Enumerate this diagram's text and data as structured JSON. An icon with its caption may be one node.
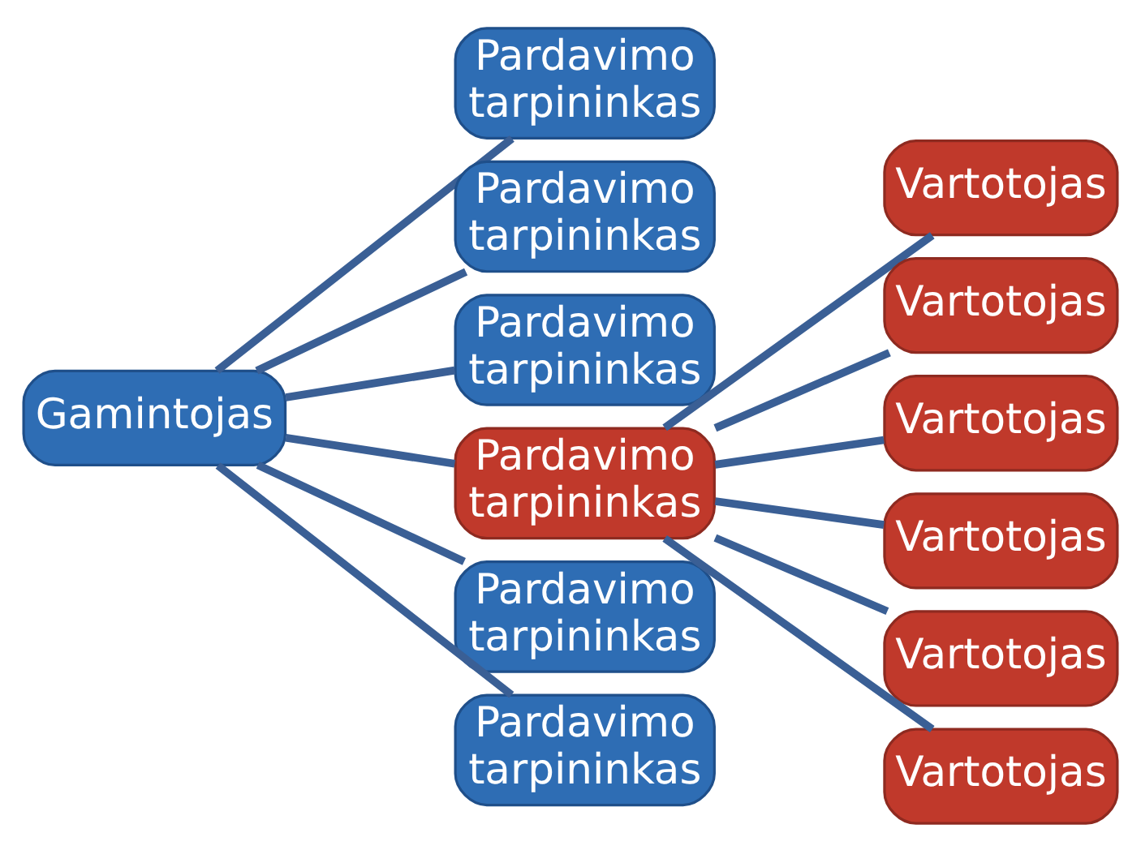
{
  "diagram": {
    "nodes": [
      {
        "text": [
          "Gamintojas"
        ]
      },
      {
        "text": [
          "Pardavimo tarpininkas"
        ]
      },
      {
        "text": [
          "Pardavimo tarpininkas"
        ]
      },
      {
        "text": [
          "Pardavimo tarpininkas"
        ]
      },
      {
        "text": [
          "Pardavimo tarpininkas"
        ]
      },
      {
        "text": [
          "Pardavimo tarpininkas"
        ]
      },
      {
        "text": [
          "Pardavimo tarpininkas"
        ]
      },
      {
        "text": [
          "Vartotojas"
        ]
      },
      {
        "text": [
          "Vartotojas"
        ]
      },
      {
        "text": [
          "Vartotojas"
        ]
      },
      {
        "text": [
          "Vartotojas"
        ]
      },
      {
        "text": [
          "Vartotojas"
        ]
      },
      {
        "text": [
          "Vartotojas"
        ]
      }
    ],
    "edges": [
      {
        "from": 0,
        "to": 1,
        "arrow": "none"
      },
      {
        "from": 0,
        "to": 2,
        "arrow": "none"
      },
      {
        "from": 0,
        "to": 3,
        "arrow": "none"
      },
      {
        "from": 0,
        "to": 4,
        "arrow": "none"
      },
      {
        "from": 0,
        "to": 5,
        "arrow": "none"
      },
      {
        "from": 0,
        "to": 6,
        "arrow": "none"
      },
      {
        "from": 4,
        "to": 7,
        "arrow": "none"
      },
      {
        "from": 4,
        "to": 8,
        "arrow": "none"
      },
      {
        "from": 4,
        "to": 9,
        "arrow": "none"
      },
      {
        "from": 4,
        "to": 10,
        "arrow": "none"
      },
      {
        "from": 4,
        "to": 11,
        "arrow": "none"
      },
      {
        "from": 4,
        "to": 12,
        "arrow": "none"
      }
    ]
  }
}
